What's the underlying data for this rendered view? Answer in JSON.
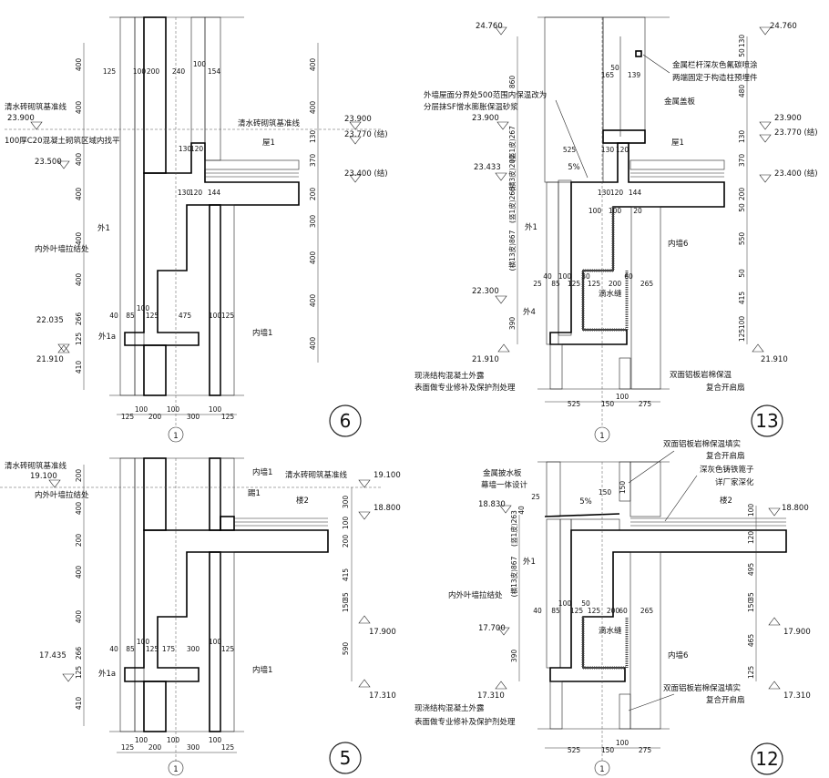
{
  "colors": {
    "line": "#111111",
    "background": "#ffffff"
  },
  "d6": {
    "detail_no": "6",
    "grid": "1",
    "labels": [
      "清水砖砌筑基准线",
      "23.900",
      "100厚C20混凝土砌筑区域内找平",
      "23.500",
      "外1",
      "内外叶墙拉结处",
      "22.035",
      "外1a",
      "21.910",
      "清水砖砌筑基准线",
      "23.900",
      "23.770 (结)",
      "屋1",
      "23.400 (结)",
      "内墙1"
    ],
    "dims_left": [
      "400",
      "400",
      "400",
      "400",
      "400",
      "400",
      "266",
      "125",
      "410"
    ],
    "dims_right": [
      "400",
      "400",
      "130",
      "370",
      "200",
      "300",
      "400",
      "400",
      "400"
    ],
    "dims_top": [
      "125",
      "100",
      "200",
      "240",
      "100",
      "154"
    ],
    "dims_mid1": [
      "130",
      "120"
    ],
    "dims_mid2": [
      "130",
      "120",
      "144"
    ],
    "dims_row": [
      "40",
      "85",
      "100",
      "125",
      "475",
      "100",
      "125"
    ],
    "dims_bottom": [
      "125",
      "100",
      "200",
      "100",
      "300",
      "100",
      "125"
    ]
  },
  "d13": {
    "detail_no": "13",
    "grid": "1",
    "labels": [
      "24.760",
      "24.760",
      "金属栏杆深灰色氟碳喷涂",
      "两端固定于构造柱预埋件",
      "外墙屋面分界处500范围内保温改为",
      "分层抹SF憎水膨胀保温砂浆",
      "金属盖板",
      "23.900",
      "23.900",
      "23.770 (结)",
      "屋1",
      "23.433",
      "23.400 (结)",
      "外1",
      "内墙6",
      "22.300",
      "滴水缝",
      "外4",
      "21.910",
      "21.910",
      "现浇结构混凝土外露",
      "表面做专业修补及保护剂处理",
      "双面铝板岩棉保温",
      "复合开启扇",
      "5%"
    ],
    "dims_left": [
      "860",
      "(竖1皮)267",
      "(横3皮)200",
      "(竖1皮)266",
      "(横13皮)867",
      "390"
    ],
    "dims_right": [
      "130",
      "50",
      "480",
      "130",
      "370",
      "200",
      "50",
      "550",
      "50",
      "415",
      "100",
      "125"
    ],
    "dims_misc": [
      "165",
      "50",
      "139",
      "525",
      "130",
      "120",
      "130",
      "120",
      "144",
      "100",
      "100",
      "20"
    ],
    "dims_row": [
      "25",
      "40",
      "85",
      "100",
      "125",
      "30",
      "125",
      "200",
      "60",
      "265"
    ],
    "dims_bottom": [
      "525",
      "150",
      "100",
      "275"
    ]
  },
  "d5": {
    "detail_no": "5",
    "grid": "1",
    "labels": [
      "清水砖砌筑基准线",
      "19.100",
      "内外叶墙拉结处",
      "17.435",
      "外1a",
      "内墙1",
      "踢1",
      "楼2",
      "清水砖砌筑基准线",
      "19.100",
      "18.800",
      "17.900",
      "17.310",
      "内墙1"
    ],
    "dims_left": [
      "200",
      "400",
      "200",
      "400",
      "400",
      "266",
      "125",
      "410"
    ],
    "dims_right": [
      "300",
      "100",
      "200",
      "415",
      "35",
      "150",
      "590"
    ],
    "dims_row": [
      "40",
      "85",
      "100",
      "125",
      "175",
      "300",
      "100",
      "125"
    ],
    "dims_bottom": [
      "125",
      "100",
      "200",
      "100",
      "300",
      "100",
      "125"
    ]
  },
  "d12": {
    "detail_no": "12",
    "grid": "1",
    "labels": [
      "双面铝板岩棉保温填实",
      "复合开启扇",
      "深灰色铸铁篦子",
      "详厂家深化",
      "金属披水板",
      "幕墙一体设计",
      "楼2",
      "18.830",
      "18.800",
      "外1",
      "内外叶墙拉结处",
      "17.700",
      "17.900",
      "滴水缝",
      "内墙6",
      "17.310",
      "17.310",
      "双面铝板岩棉保温填实",
      "复合开启扇",
      "现浇结构混凝土外露",
      "表面做专业修补及保护剂处理",
      "5%"
    ],
    "dims_left": [
      "40",
      "(竖1皮)263",
      "(横13皮)867",
      "390"
    ],
    "dims_right": [
      "100",
      "120",
      "495",
      "35",
      "150",
      "465",
      "125"
    ],
    "dims_misc": [
      "25",
      "150",
      "150"
    ],
    "dims_row": [
      "40",
      "85",
      "100",
      "50",
      "125",
      "125",
      "200",
      "60",
      "265"
    ],
    "dims_bottom": [
      "525",
      "150",
      "100",
      "275"
    ]
  }
}
